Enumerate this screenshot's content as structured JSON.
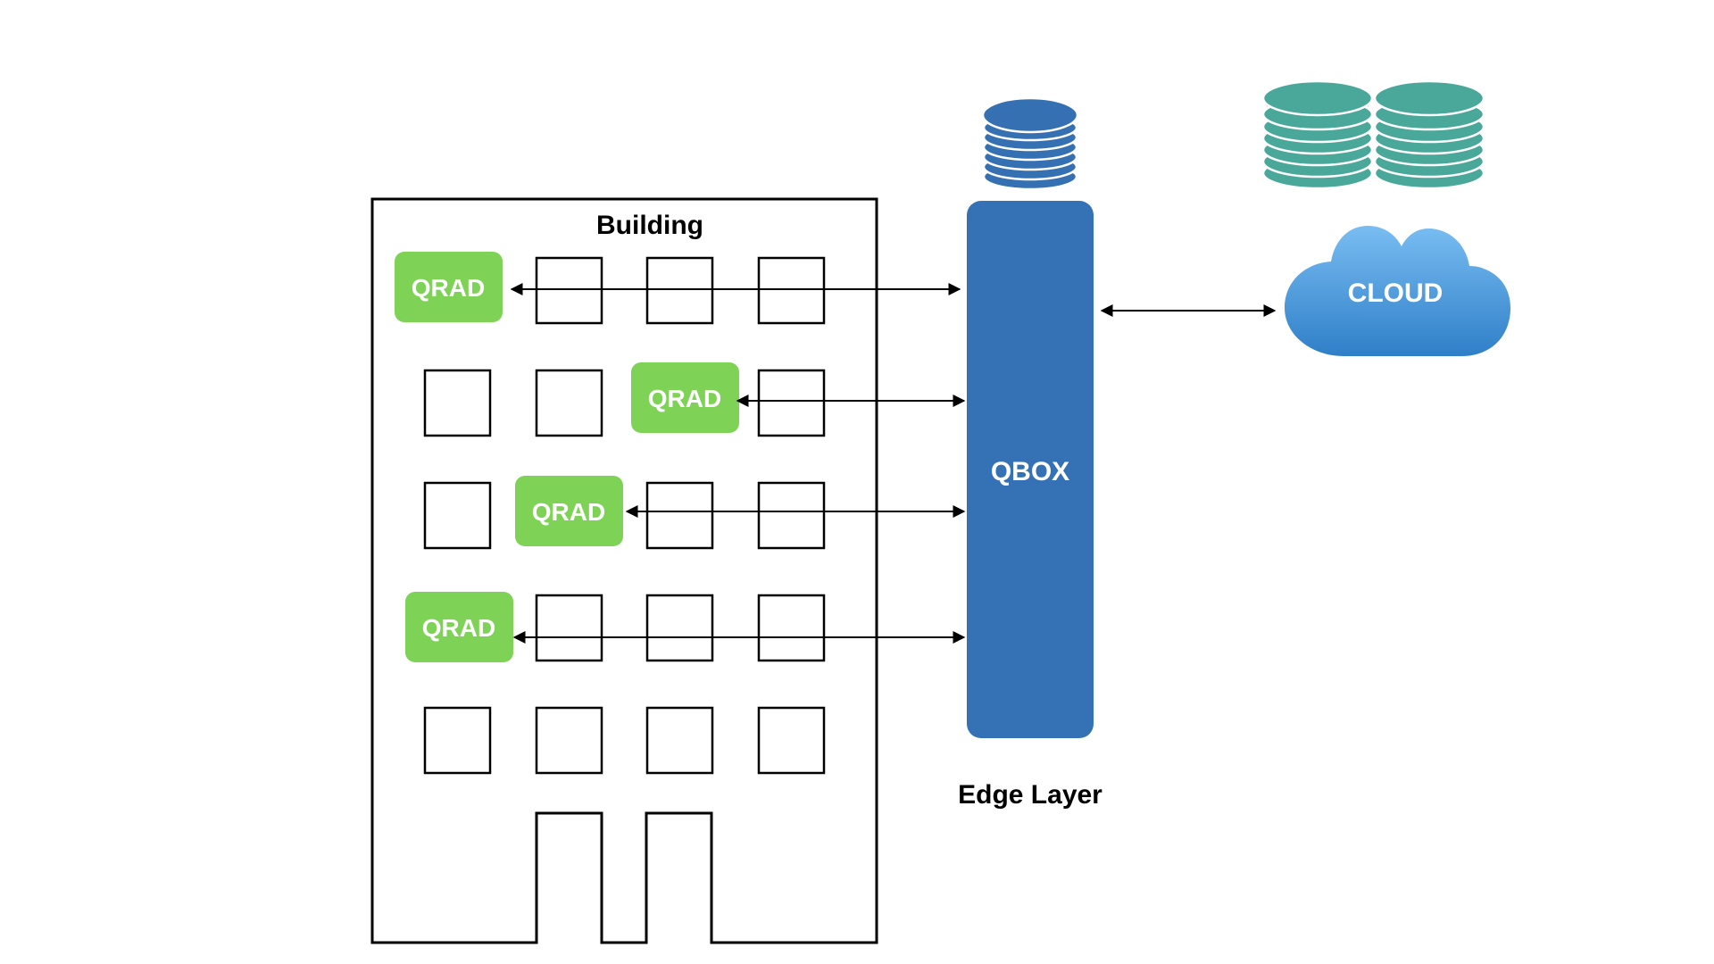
{
  "building": {
    "title": "Building",
    "qrad_label": "QRAD"
  },
  "edge": {
    "box_label": "QBOX",
    "layer_label": "Edge Layer"
  },
  "cloud": {
    "label": "CLOUD"
  },
  "colors": {
    "qrad_green": "#7ED356",
    "qbox_blue": "#3572B5",
    "edge_db_blue": "#3570B3",
    "cloud_db_teal": "#4AA89B",
    "cloud_light": "#79BDF2",
    "cloud_dark": "#2F7FC8",
    "stroke": "#000000"
  },
  "icons": {
    "edge_database": "database-stack-icon",
    "cloud_databases": "database-stack-icon",
    "cloud": "cloud-icon"
  }
}
